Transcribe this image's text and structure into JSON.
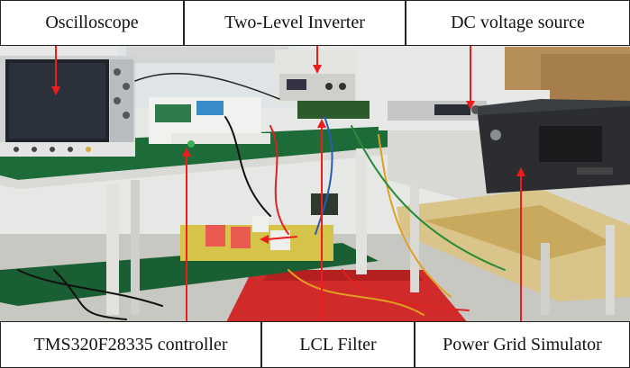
{
  "labels": {
    "oscilloscope": "Oscilloscope",
    "inverter": "Two-Level Inverter",
    "dc_source": "DC voltage source",
    "controller": "TMS320F28335 controller",
    "lcl_filter": "LCL Filter",
    "grid_simulator": "Power Grid Simulator"
  },
  "colors": {
    "arrow": "#ee1c1c",
    "bench_top": "#1f6e3a",
    "lab_floor": "#c9c9c4",
    "wall": "#e9ebe8"
  }
}
